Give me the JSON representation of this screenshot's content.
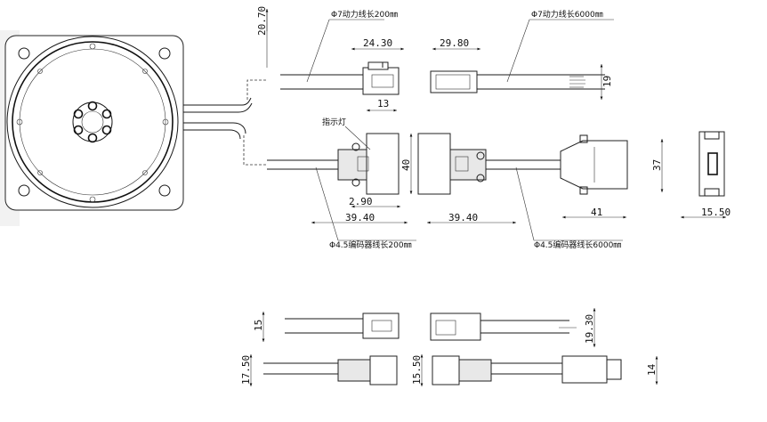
{
  "labels": {
    "power_cable_200": "Φ7动力线长200㎜",
    "power_cable_6000": "Φ7动力线长6000㎜",
    "indicator_light": "指示灯",
    "encoder_cable_200": "Φ4.5编码器线长200㎜",
    "encoder_cable_6000": "Φ4.5编码器线长6000㎜"
  },
  "dimensions": {
    "d_20_70": "20.70",
    "d_24_30": "24.30",
    "d_29_80": "29.80",
    "d_19": "19",
    "d_13": "13",
    "d_40": "40",
    "d_37": "37",
    "d_2_90": "2.90",
    "d_39_40_left": "39.40",
    "d_39_40_right": "39.40",
    "d_41": "41",
    "d_15_50_side": "15.50",
    "d_15": "15",
    "d_19_30": "19.30",
    "d_17_50": "17.50",
    "d_15_50_bottom": "15.50",
    "d_14": "14"
  }
}
